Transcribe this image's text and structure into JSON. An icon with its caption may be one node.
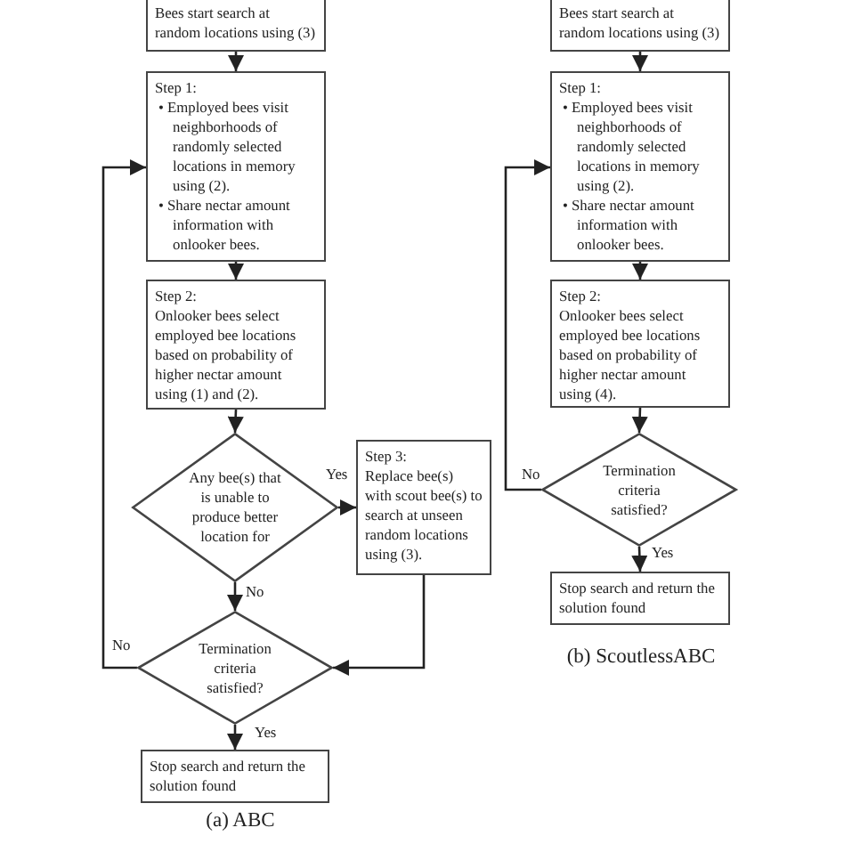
{
  "diagram": {
    "nodes": [
      {
        "text": [
          "Bees start search at random locations using (3)"
        ]
      },
      {
        "text": [
          "Step 1:",
          "• Employed bees visit neighborhoods of randomly selected locations in memory using (2).",
          "• Share nectar amount information with onlooker bees."
        ]
      },
      {
        "text": [
          "Step 2:",
          "Onlooker bees select employed bee locations based on probability of higher nectar amount using (1) and (2)."
        ]
      },
      {
        "text": [
          "Any bee(s) that is unable to produce better location for"
        ]
      },
      {
        "text": [
          "Step 3:",
          "Replace bee(s) with scout bee(s) to search at unseen random locations using (3)."
        ]
      },
      {
        "text": [
          "Termination criteria satisfied?"
        ]
      },
      {
        "text": [
          "Stop search and return the solution found"
        ]
      },
      {
        "text": [
          "Bees start search at random locations using (3)"
        ]
      },
      {
        "text": [
          "Step 1:",
          "• Employed bees visit neighborhoods of randomly selected locations in memory using (2).",
          "• Share nectar amount information with onlooker bees."
        ]
      },
      {
        "text": [
          "Step 2:",
          "Onlooker bees select employed bee locations based on probability of higher nectar amount using (4)."
        ]
      },
      {
        "text": [
          "Termination criteria satisfied?"
        ]
      },
      {
        "text": [
          "Stop search and return the solution found"
        ]
      }
    ],
    "edges": [
      {
        "from": 0,
        "to": 1,
        "arrow": "to"
      },
      {
        "from": 1,
        "to": 2,
        "arrow": "to"
      },
      {
        "from": 2,
        "to": 3,
        "arrow": "to"
      },
      {
        "from": 3,
        "to": 4,
        "arrow": "to",
        "label": "Yes"
      },
      {
        "from": 3,
        "to": 5,
        "arrow": "to",
        "label": "No"
      },
      {
        "from": 4,
        "to": 5,
        "arrow": "to"
      },
      {
        "from": 5,
        "to": 1,
        "arrow": "to",
        "label": "No"
      },
      {
        "from": 5,
        "to": 6,
        "arrow": "to",
        "label": "Yes"
      },
      {
        "from": 7,
        "to": 8,
        "arrow": "to"
      },
      {
        "from": 8,
        "to": 9,
        "arrow": "to"
      },
      {
        "from": 9,
        "to": 10,
        "arrow": "to"
      },
      {
        "from": 10,
        "to": 8,
        "arrow": "to",
        "label": "No"
      },
      {
        "from": 10,
        "to": 11,
        "arrow": "to",
        "label": "Yes"
      }
    ],
    "labels": [
      "(a) ABC",
      "(b) ScoutlessABC"
    ]
  }
}
